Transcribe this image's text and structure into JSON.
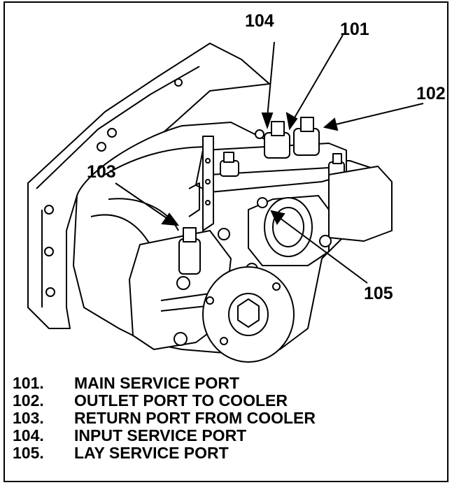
{
  "callouts": [
    {
      "id": "101",
      "label": "101"
    },
    {
      "id": "102",
      "label": "102"
    },
    {
      "id": "103",
      "label": "103"
    },
    {
      "id": "104",
      "label": "104"
    },
    {
      "id": "105",
      "label": "105"
    }
  ],
  "legend": [
    {
      "num": "101.",
      "text": "MAIN SERVICE PORT"
    },
    {
      "num": "102.",
      "text": "OUTLET PORT TO COOLER"
    },
    {
      "num": "103.",
      "text": "RETURN PORT FROM COOLER"
    },
    {
      "num": "104.",
      "text": "INPUT SERVICE PORT"
    },
    {
      "num": "105.",
      "text": "LAY SERVICE PORT"
    }
  ]
}
